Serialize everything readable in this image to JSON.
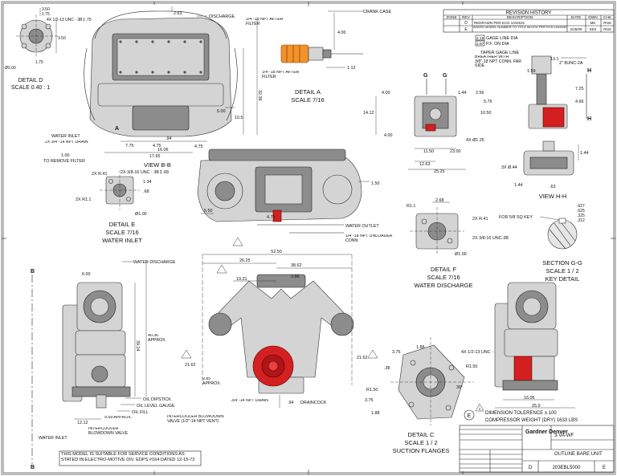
{
  "revision_history": {
    "title": "REVISION HISTORY",
    "headers": [
      "ZONE",
      "REV",
      "DESCRIPTION",
      "DATE",
      "DWN",
      "CHK"
    ],
    "rows": [
      {
        "zone": "",
        "rev": "D",
        "description": "REDRAWN PER ECN 1044631",
        "date": "",
        "dwn": "MK",
        "chk": "RNS"
      },
      {
        "zone": "",
        "rev": "E",
        "description": "ADDED MODEL NUMBER TO TITLE BLOCK PER ECN 1044949",
        "date": "2/25/09",
        "dwn": "SES",
        "chk": "RNS"
      }
    ]
  },
  "detail_d": {
    "title": "DETAIL D",
    "scale": "SCALE 0.40 : 1",
    "dims": [
      "3.50",
      "1.75",
      "4X 1/2-13 UNC - 3B↧.75",
      "3.50",
      "1.75",
      "Ø3.00"
    ]
  },
  "view_bb": {
    "title": "VIEW B-B",
    "callouts": [
      "DISCHARGE",
      "WATER INLET",
      "2X 3/4\"-14 NPT DRAIN",
      "1.00",
      "TO REMOVE FILTER",
      "A"
    ],
    "dims": [
      "2.63",
      "32.36",
      "10.5",
      "5.00",
      "7.75",
      "4.75",
      "16.06",
      "17.65",
      ".94",
      "4.75"
    ]
  },
  "detail_a": {
    "title": "DETAIL A",
    "scale": "SCALE 7/16",
    "callouts": [
      "CRANK CASE",
      "1/4\"-18 NPT AFTER FILTER",
      "1/4\"-18 NPT AFTER FILTER"
    ],
    "dims": [
      "4.00",
      "1.12"
    ]
  },
  "gage_view": {
    "callouts": [
      "GAGE LINE DIA",
      "P.F. ON DIA",
      "TAPER GAGE LINE",
      "BREATHER WITH 3/8\"-18 NPT CONN. FAR SIDE",
      "2\" 8UNC-2A",
      "4X Ø1.25",
      "G",
      "G"
    ],
    "boxed": [
      "2.19",
      "2.87"
    ],
    "dims": [
      "13.1",
      "1.59",
      "7.25",
      "4.66",
      "1.44",
      "2.56",
      "5.76",
      "10.50",
      "14.12",
      "4.00",
      "4.00",
      "11.50",
      "23.00",
      "12.63",
      "25.25",
      "H",
      "H"
    ]
  },
  "view_hh": {
    "title": "VIEW H-H",
    "dims": [
      "3X Ø.44",
      "1.44",
      ".63",
      "1.44"
    ]
  },
  "detail_e": {
    "title": "DETAIL E",
    "scale": "SCALE 7/16",
    "subtitle": "WATER INLET",
    "dims": [
      "2X R.41",
      "2X 3/8-16 UNC - 3B↧.68",
      "1.34",
      ".68",
      "2X R1.1",
      "Ø1.00"
    ]
  },
  "center_view": {
    "callouts": [
      "WATER OUTLET",
      "1/4\"-18 NPT UNLOADER CONN."
    ],
    "dims": [
      "1.50",
      "5.50",
      "4.75"
    ]
  },
  "detail_f": {
    "title": "DETAIL F",
    "scale": "SCALE 7/16",
    "subtitle": "WATER DISCHARGE",
    "dims": [
      "2.68",
      "R1.1",
      "2X R.41",
      "2X 3/8-16 UNC-3B",
      "Ø1.00"
    ]
  },
  "section_gg": {
    "title": "SECTION G-G",
    "scale": "SCALE 1 / 2",
    "subtitle": "KEY DETAIL",
    "callouts": [
      "FOR 5/8 SQ KEY"
    ],
    "dims": [
      ".627",
      ".625",
      ".325",
      ".312"
    ]
  },
  "side_view": {
    "callouts": [
      "WATER DISCHARGE",
      "OIL DIPSTICK",
      "OIL LEVEL GAUGE",
      "OIL FILL",
      "INTERCOOLER BLOWDOWN VALVE",
      "WATER INLET",
      "B",
      "B"
    ],
    "dims": [
      "6.00",
      "39.24",
      "40.36 APPROX.",
      "9.59 APPROX.",
      "12.12"
    ]
  },
  "front_view": {
    "callouts": [
      "3/4\"-14 NPT DRAIN",
      "DRAINCOCK",
      "INTERCOOLER BLOWDOWN VALVE (1/2\"-14 NPT VENT)"
    ],
    "dims": [
      "52.50",
      "26.25",
      "38.62",
      "19.31",
      "2.88",
      "21.62",
      "21.62",
      "9.85 APPROX.",
      ".94"
    ]
  },
  "detail_c": {
    "title": "DETAIL C",
    "scale": "SCALE 1 / 2",
    "subtitle": "SUCTION FLANGES",
    "dims": [
      "4X 1/2-13 UNC - 2B↧.75",
      "3.75",
      "1.88",
      "R1.50",
      "R1.50",
      "3.75",
      "1.88",
      "30°",
      ".38"
    ]
  },
  "right_view": {
    "dims": [
      "16.06",
      "25.9"
    ]
  },
  "notes": {
    "rev_marker": "E",
    "tolerance": "DIMENSION TOLERENCE ±.100",
    "weight": "COMPRESSOR WEIGHT (DRY) 1633 LBS",
    "service": "THIS MODEL IS SUITABLE FOR SERVICE CONDITIONS AS STATED IN ELECTRO-MOTIVE DIV. EDPS #164 DATED 12-15-72",
    "note_flag": "1"
  },
  "title_block": {
    "company": "Gardner Denver",
    "title": "OUTLINE BARE UNIT",
    "size": "D",
    "dwg_no": "203EBL5000",
    "rev": "E",
    "model": "3-VA-WF"
  },
  "colors": {
    "red": "#d42020",
    "orange": "#f2922a",
    "part": "#d4d4d4"
  }
}
